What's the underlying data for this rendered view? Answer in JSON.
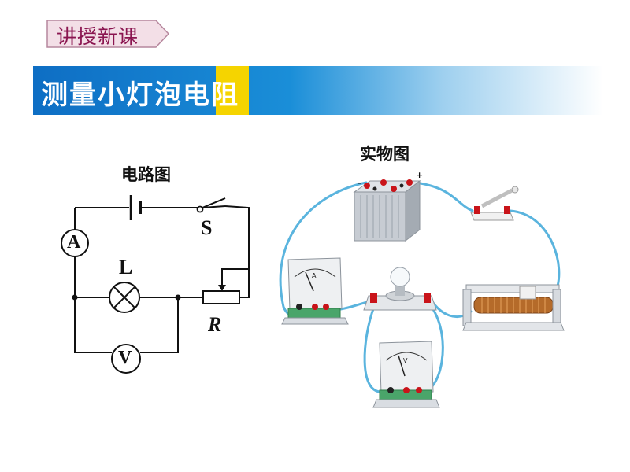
{
  "header": {
    "tag_text": "讲授新课",
    "banner_title": "测量小灯泡电阻"
  },
  "circuit_diagram": {
    "title": "电路图",
    "ammeter_symbol": "A",
    "voltmeter_symbol": "V",
    "lamp_label": "L",
    "switch_label": "S",
    "rheostat_label": "R"
  },
  "physical_diagram": {
    "title": "实物图",
    "battery_minus": "-",
    "battery_plus": "+",
    "ammeter_dial_letter": "A",
    "voltmeter_dial_letter": "V"
  },
  "colors": {
    "banner_blue": "#0e6ec4",
    "banner_accent": "#f5d400",
    "tag_text": "#8a1550",
    "wire": "#5ab4de"
  }
}
